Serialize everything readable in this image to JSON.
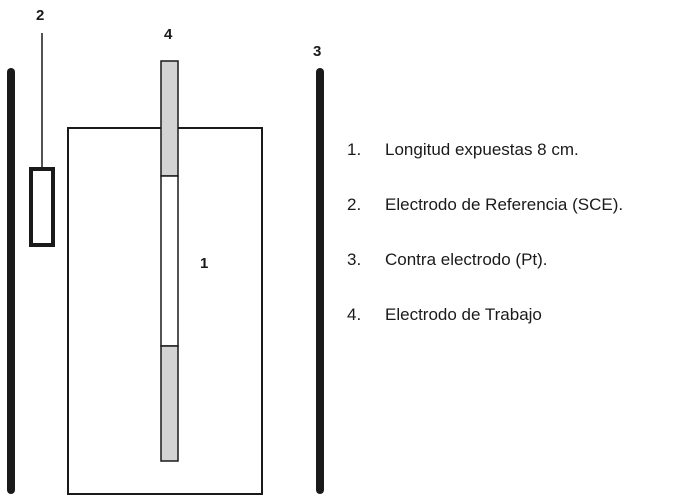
{
  "callouts": {
    "sample_length": "1",
    "reference_electrode": "2",
    "counter_electrode": "3",
    "working_electrode": "4"
  },
  "legend": [
    {
      "number": "1.",
      "text": "Longitud expuestas 8 cm."
    },
    {
      "number": "2.",
      "text": "Electrodo de Referencia (SCE)."
    },
    {
      "number": "3.",
      "text": "Contra electrodo (Pt)."
    },
    {
      "number": "4.",
      "text": "Electrodo de Trabajo"
    }
  ],
  "colors": {
    "line": "#1a1a1a",
    "electrode_fill": "#d3d3d3",
    "background": "#ffffff"
  }
}
